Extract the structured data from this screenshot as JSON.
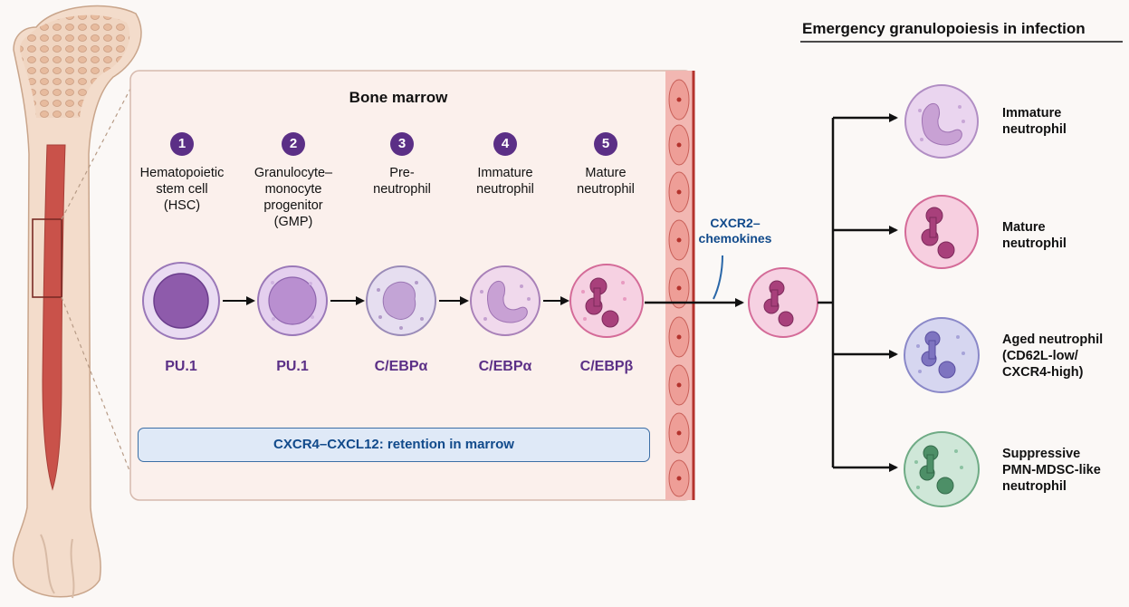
{
  "diagram": {
    "marrow_title": "Bone marrow",
    "stages": [
      {
        "num": "1",
        "name": [
          "Hematopoietic",
          "stem cell",
          "(HSC)"
        ],
        "tf": "PU.1"
      },
      {
        "num": "2",
        "name": [
          "Granulocyte–",
          "monocyte",
          "progenitor",
          "(GMP)"
        ],
        "tf": "PU.1"
      },
      {
        "num": "3",
        "name": [
          "Pre-",
          "neutrophil"
        ],
        "tf": "C/EBPα"
      },
      {
        "num": "4",
        "name": [
          "Immature",
          "neutrophil"
        ],
        "tf": "C/EBPα"
      },
      {
        "num": "5",
        "name": [
          "Mature",
          "neutrophil"
        ],
        "tf": "C/EBPβ"
      }
    ],
    "retention_label": "CXCR4–CXCL12: retention in marrow",
    "chemokine_label": [
      "CXCR2–",
      "chemokines"
    ],
    "right_title": "Emergency granulopoiesis in infection",
    "outcomes": [
      {
        "label": [
          "Immature",
          "neutrophil"
        ],
        "color": "#e4cfe9"
      },
      {
        "label": [
          "Mature",
          "neutrophil"
        ],
        "color": "#f7cfe0"
      },
      {
        "label": [
          "Aged neutrophil",
          "(CD62L-low/",
          "CXCR4-high)"
        ],
        "color": "#d6d6f0"
      },
      {
        "label": [
          "Suppressive",
          "PMN-MDSC-like",
          "neutrophil"
        ],
        "color": "#cfe7d8"
      }
    ],
    "colors": {
      "bone": "#f3dccb",
      "bone_outline": "#c9a58b",
      "marrow_red": "#c9524a",
      "vessel": "#e79591",
      "purple": "#5b2f86",
      "blue": "#114a8b",
      "panel_bg": "#fbf0ec"
    }
  }
}
